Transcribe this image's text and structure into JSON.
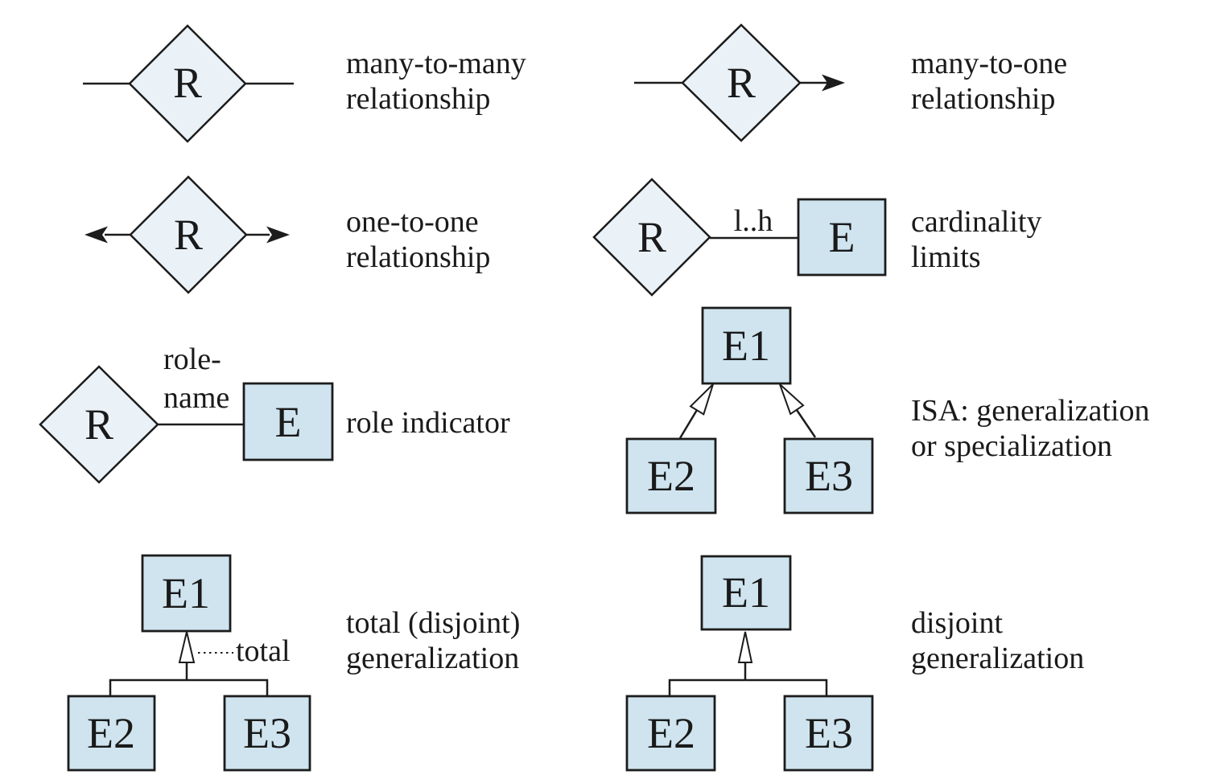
{
  "colors": {
    "diamond_fill": "#eaf2f8",
    "entity_fill": "#cfe4ef",
    "stroke": "#1c1c1c",
    "text": "#1a1a1a",
    "background": "#ffffff"
  },
  "symbols": {
    "many_to_many": {
      "relationship_label": "R",
      "caption_line1": "many-to-many",
      "caption_line2": "relationship"
    },
    "many_to_one": {
      "relationship_label": "R",
      "caption_line1": "many-to-one",
      "caption_line2": "relationship"
    },
    "one_to_one": {
      "relationship_label": "R",
      "caption_line1": "one-to-one",
      "caption_line2": "relationship"
    },
    "cardinality_limits": {
      "relationship_label": "R",
      "entity_label": "E",
      "edge_label": "l..h",
      "caption_line1": "cardinality",
      "caption_line2": "limits"
    },
    "role_indicator": {
      "relationship_label": "R",
      "entity_label": "E",
      "role_label_line1": "role-",
      "role_label_line2": "name",
      "caption": "role indicator"
    },
    "isa": {
      "parent_label": "E1",
      "left_child_label": "E2",
      "right_child_label": "E3",
      "caption_line1": "ISA: generalization",
      "caption_line2": "or specialization"
    },
    "total_generalization": {
      "parent_label": "E1",
      "left_child_label": "E2",
      "right_child_label": "E3",
      "annotation": "total",
      "caption_line1": "total (disjoint)",
      "caption_line2": "generalization"
    },
    "disjoint_generalization": {
      "parent_label": "E1",
      "left_child_label": "E2",
      "right_child_label": "E3",
      "caption_line1": "disjoint",
      "caption_line2": "generalization"
    }
  }
}
